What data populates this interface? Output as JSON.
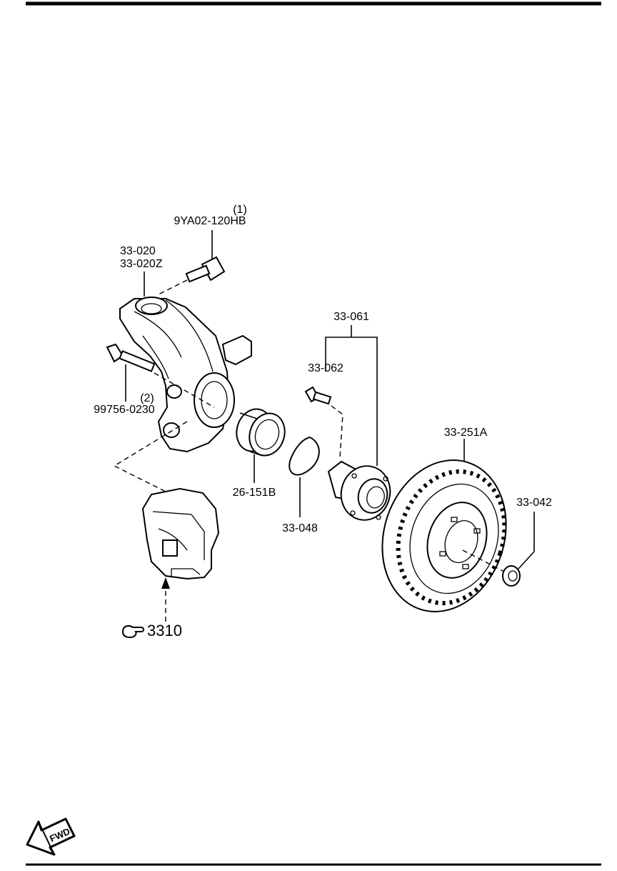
{
  "labels": {
    "bolt_qty": "(1)",
    "bolt_part": "9YA02-120HB",
    "knuckle_part_a": "33-020",
    "knuckle_part_b": "33-020Z",
    "lower_bolt_qty": "(2)",
    "lower_bolt_part": "99756-0230",
    "hub_assembly": "33-061",
    "hub_bolt": "33-062",
    "disc": "33-251A",
    "nut": "33-042",
    "bearing": "26-151B",
    "snap_ring": "33-048",
    "caliper_ref": "3310"
  },
  "fwd_badge": "FWD",
  "icons": {
    "reference": "pointing-hand-icon",
    "direction": "fwd-arrow-icon"
  }
}
